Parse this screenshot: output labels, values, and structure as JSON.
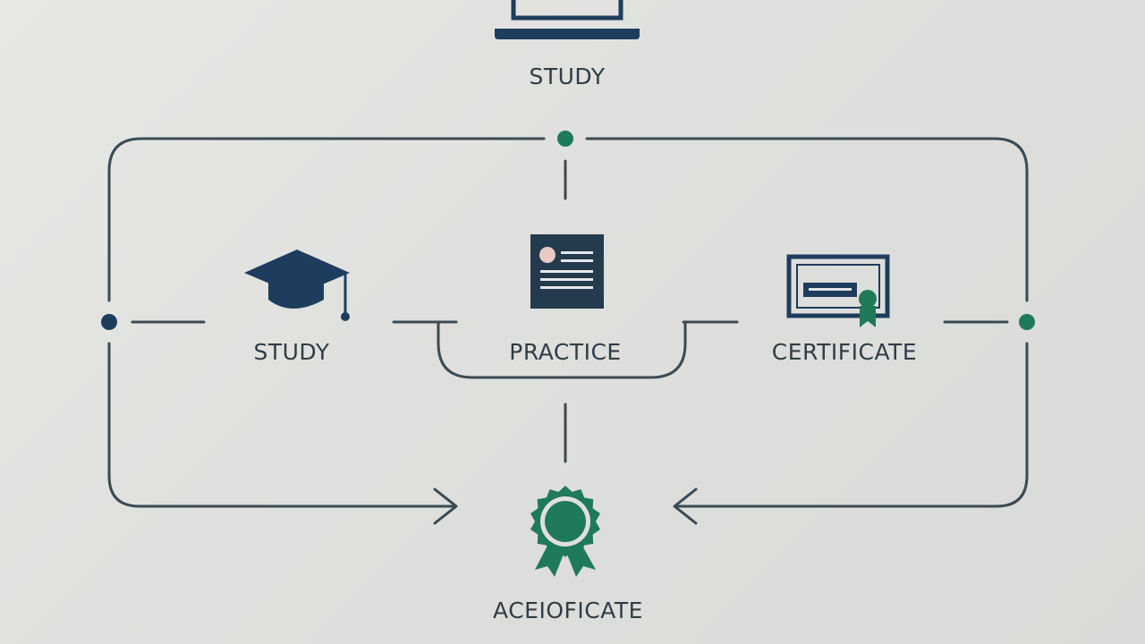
{
  "nodes": {
    "top": {
      "label": "STUDY",
      "icon": "laptop-icon"
    },
    "study": {
      "label": "STUDY",
      "icon": "graduation-cap-icon"
    },
    "practice": {
      "label": "PRACTICE",
      "icon": "document-icon"
    },
    "certificate": {
      "label": "CERTIFICATE",
      "icon": "certificate-icon"
    },
    "result": {
      "label": "ACEIOFICATE",
      "icon": "award-badge-icon"
    }
  },
  "colors": {
    "line": "#3a4a55",
    "navy": "#1e3d5e",
    "green": "#1f7a5a",
    "text": "#2f3d46"
  }
}
